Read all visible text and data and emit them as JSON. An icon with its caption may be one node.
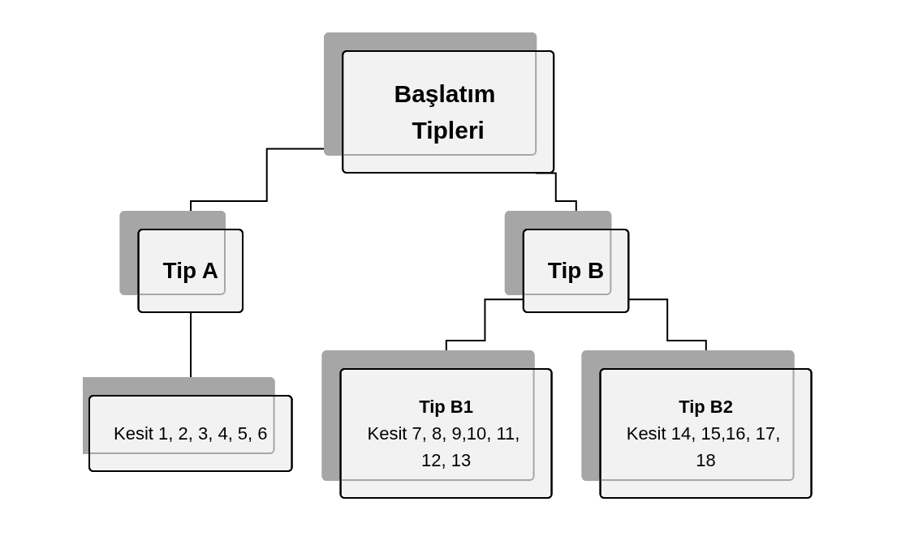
{
  "diagram": {
    "nodes": [
      {
        "text": [
          "Başlatım Tipleri"
        ]
      },
      {
        "text": [
          "Tip A"
        ]
      },
      {
        "text": [
          "Tip B"
        ]
      },
      {
        "text": [
          "Kesit 1, 2, 3, 4, 5, 6"
        ]
      },
      {
        "text": [
          "Tip B1",
          "Kesit 7, 8, 9,10, 11, 12, 13"
        ]
      },
      {
        "text": [
          "Tip B2",
          "Kesit 14, 15,16, 17, 18"
        ]
      }
    ],
    "edges": [
      {
        "from": 0,
        "to": 1,
        "arrow": "none"
      },
      {
        "from": 0,
        "to": 2,
        "arrow": "none"
      },
      {
        "from": 1,
        "to": 3,
        "arrow": "none"
      },
      {
        "from": 2,
        "to": 4,
        "arrow": "none"
      },
      {
        "from": 2,
        "to": 5,
        "arrow": "none"
      }
    ]
  }
}
